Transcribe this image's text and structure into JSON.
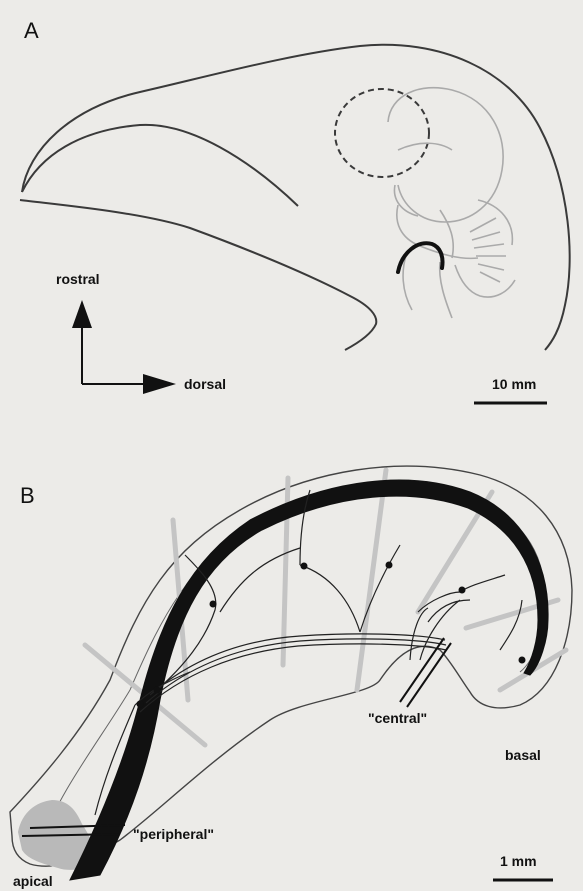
{
  "panel_a": {
    "label": "A",
    "axis_up_label": "rostral",
    "axis_right_label": "dorsal",
    "scale_bar_label": "10 mm"
  },
  "panel_b": {
    "label": "B",
    "label_central": "\"central\"",
    "label_peripheral": "\"peripheral\"",
    "label_basal": "basal",
    "label_apical": "apical",
    "scale_bar_label": "1 mm"
  },
  "colors": {
    "outline": "#3a3a3a",
    "light_outline": "#aaaaaa",
    "dark_band": "#111111",
    "light_stripes": "#c4c4c4",
    "shaded_region": "#b9b9b9"
  }
}
